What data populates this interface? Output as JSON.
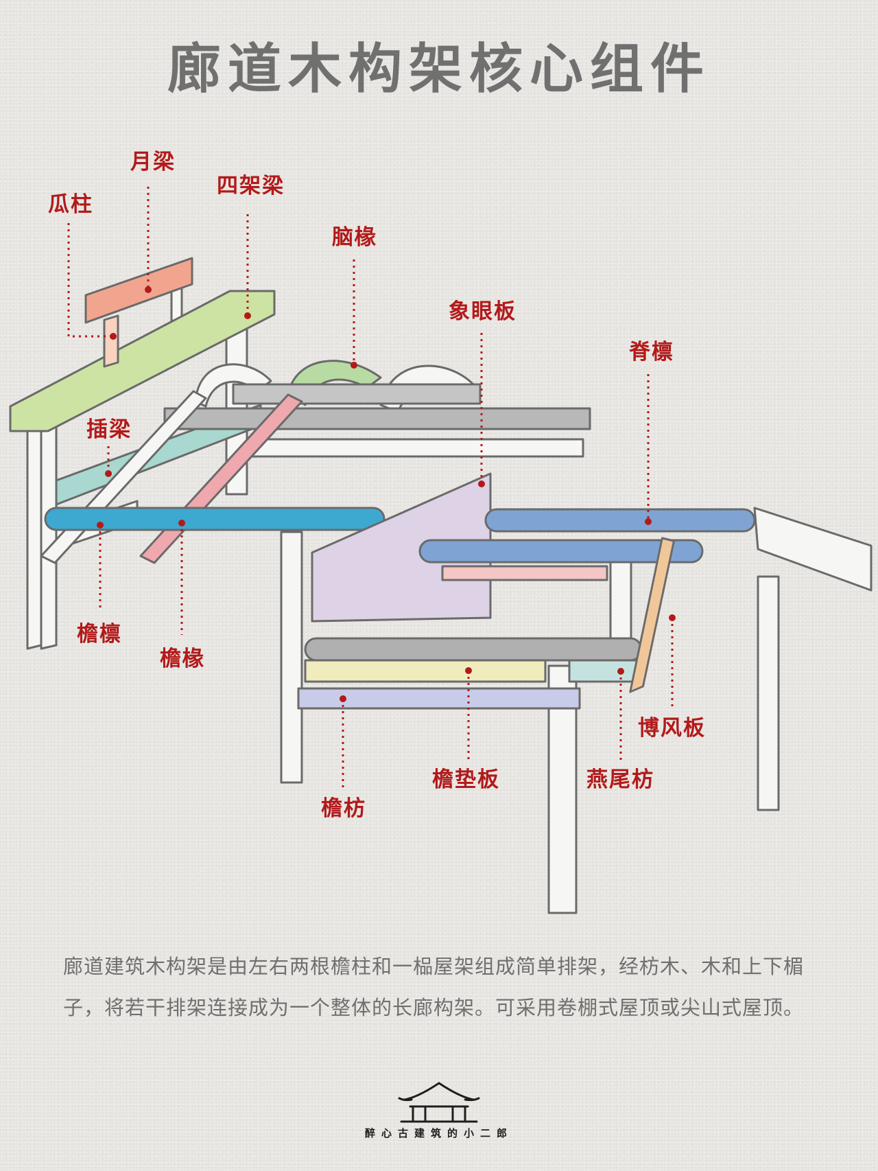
{
  "title": "廊道木构架核心组件",
  "labels": {
    "guazhu": "瓜柱",
    "yueliang": "月梁",
    "sijialiang": "四架梁",
    "naochuan": "脑椽",
    "xiangyanban": "象眼板",
    "jilin": "脊檩",
    "chaliang": "插梁",
    "yanlin": "檐檩",
    "yanchuan": "檐椽",
    "bofengban": "博风板",
    "yandianban": "檐垫板",
    "yanweifang": "燕尾枋",
    "yanfang": "檐枋"
  },
  "description": "廊道建筑木构架是由左右两根檐柱和一榀屋架组成简单排架，经枋木、木和上下楣子，将若干排架连接成为一个整体的长廊构架。可采用卷棚式屋顶或尖山式屋顶。",
  "brand": "醉心古建筑的小二郎",
  "colors": {
    "label_red": "#b21a1a",
    "yueliang": "#f2a58e",
    "sijialiang": "#cde3a4",
    "naochuan": "#b8dba3",
    "chaliang": "#a8d8cf",
    "yanlin": "#3da9d0",
    "yanchuan": "#eea8ae",
    "xiangyanban": "#ddd2e6",
    "jilin": "#7fa4d4",
    "bofengban": "#f1c79a",
    "yandianban": "#f0ecbd",
    "yanfang": "#c9cce8",
    "yanweifang": "#c4e3e0"
  }
}
